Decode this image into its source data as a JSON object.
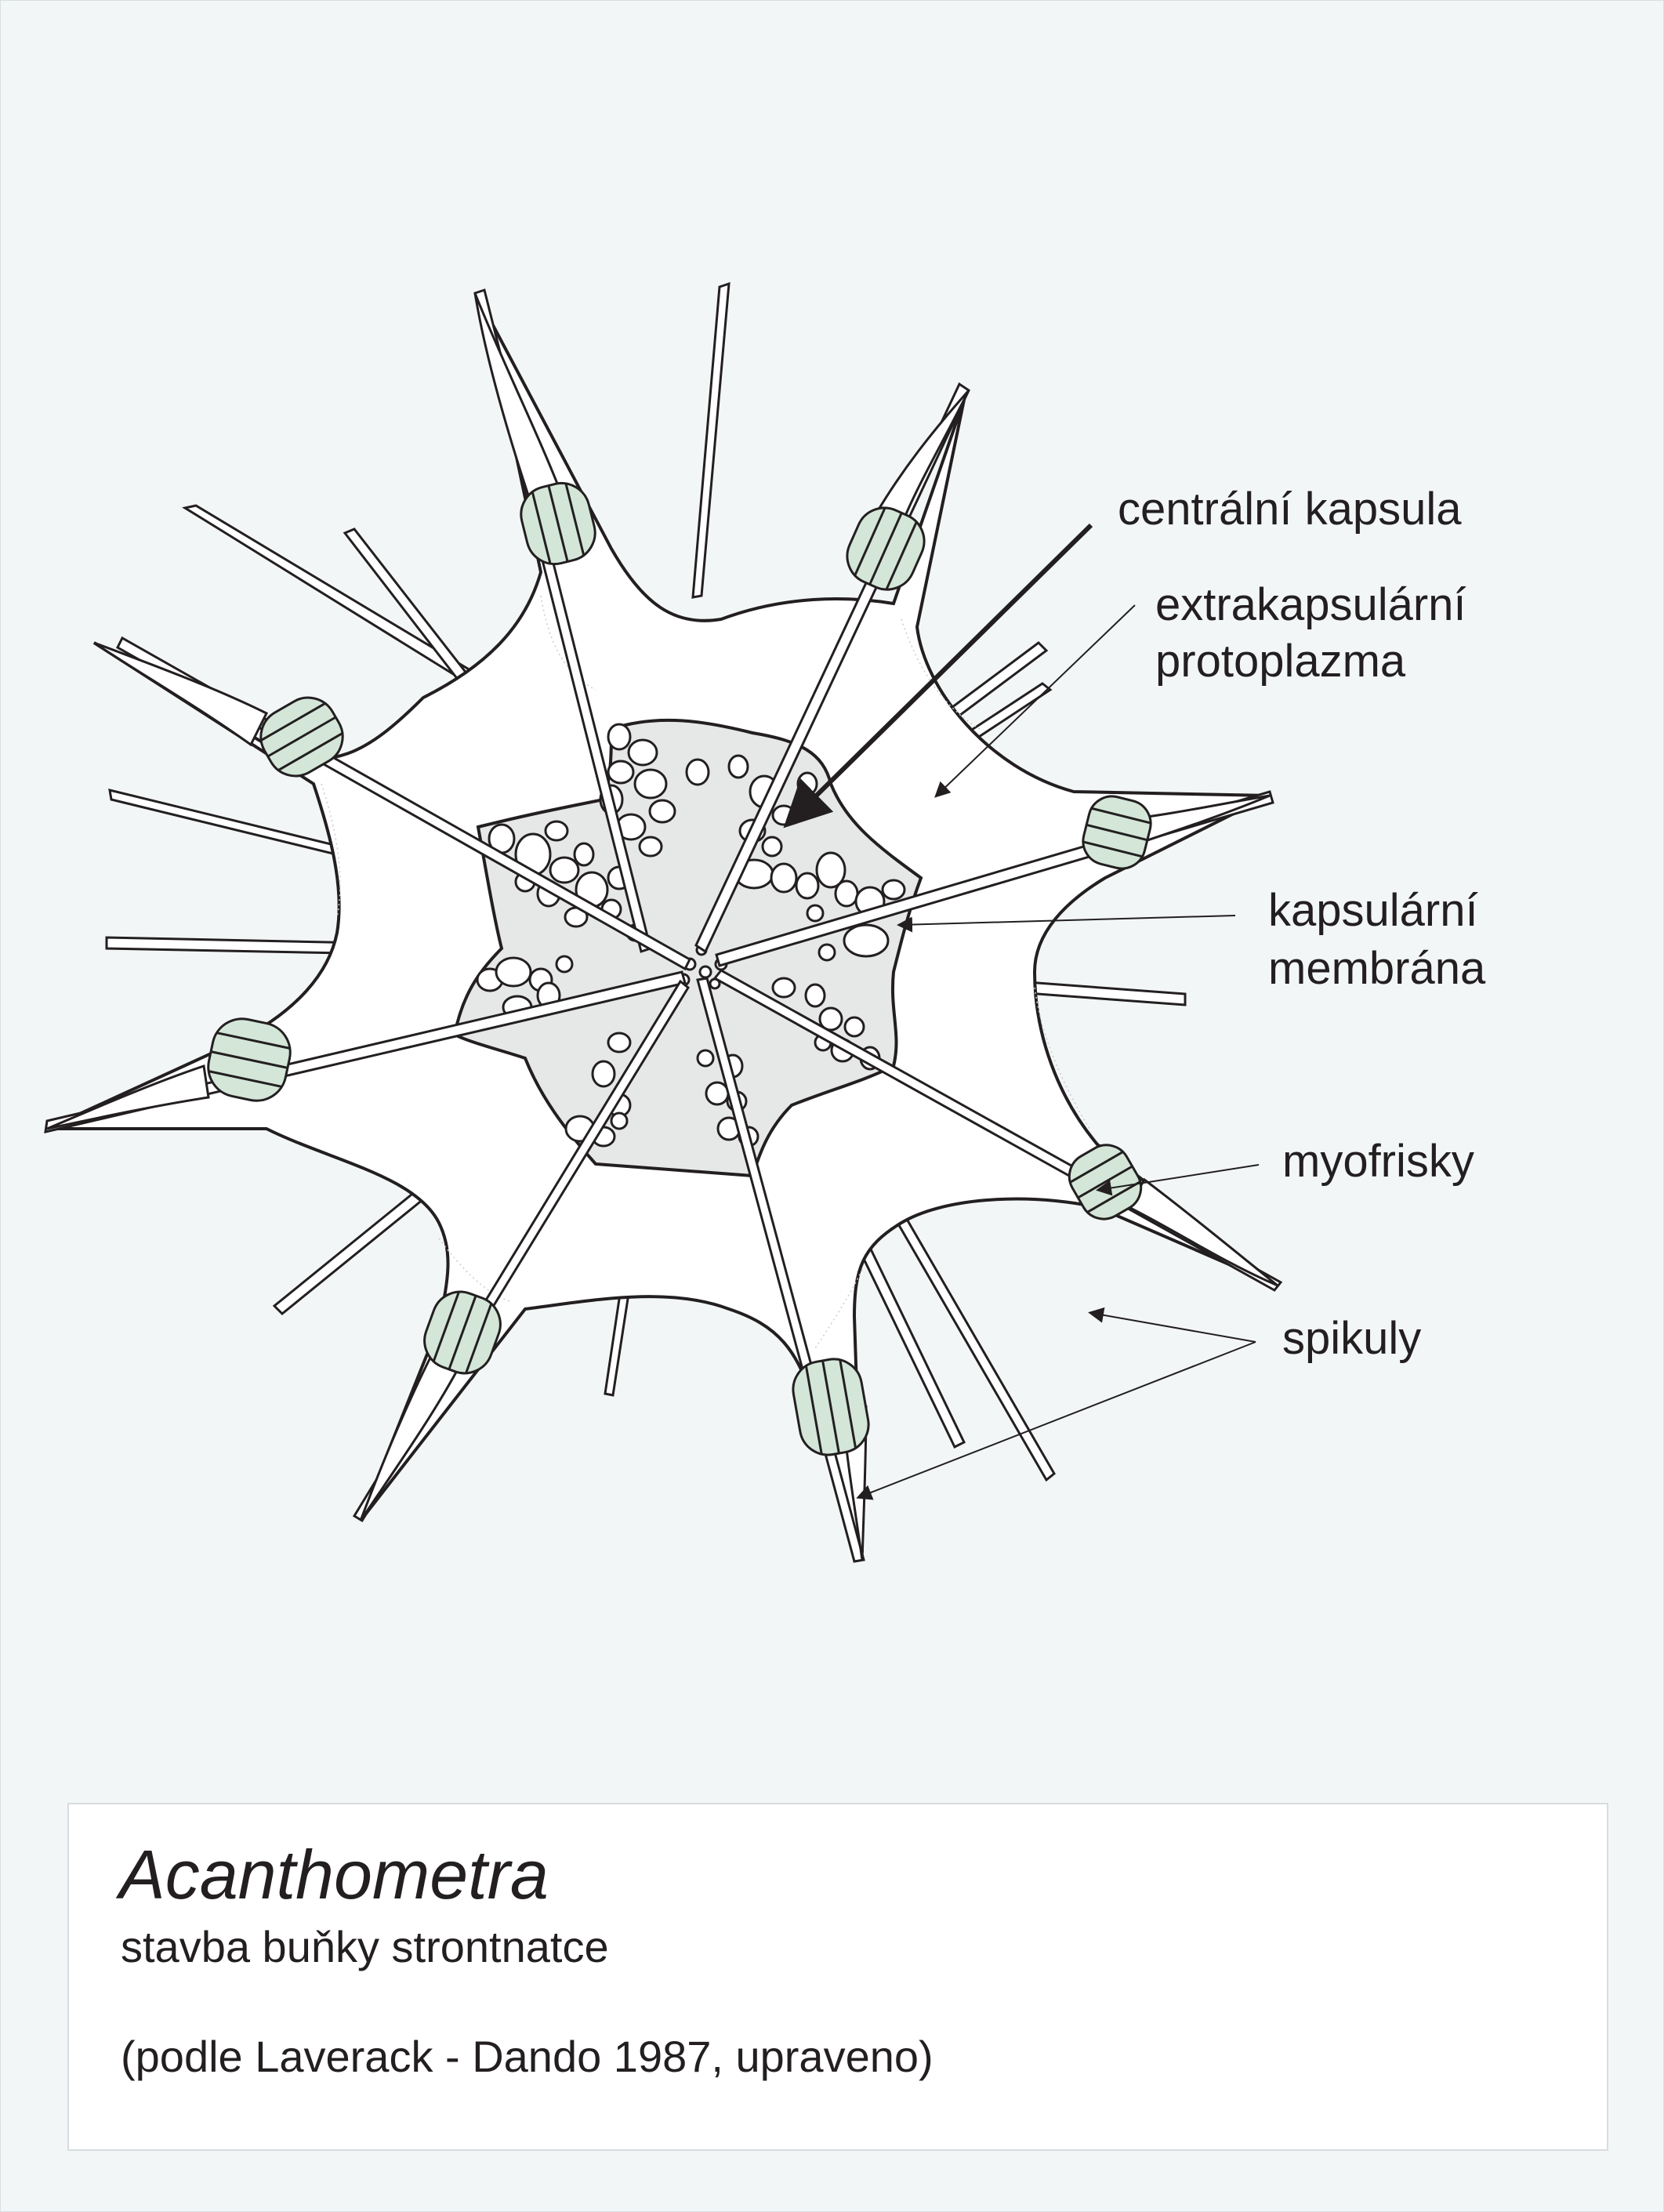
{
  "labels": {
    "central_capsule": "centrální kapsula",
    "extracapsular_protoplasm_line1": "extrakapsulární",
    "extracapsular_protoplasm_line2": "protoplazma",
    "capsular_membrane_line1": "kapsulární",
    "capsular_membrane_line2": "membrána",
    "myofrisks": "myofrisky",
    "spicules": "spikuly"
  },
  "caption": {
    "title": "Acanthometra",
    "subtitle": "stavba buňky strontnatce",
    "source": "(podle Laverack - Dando 1987, upraveno)"
  },
  "colors": {
    "background": "#f3f6f7",
    "ink": "#231f20",
    "myoneme_green": "#d3e6d8",
    "capsule_grey": "#e6e8e8",
    "caption_box": "#ffffff"
  }
}
